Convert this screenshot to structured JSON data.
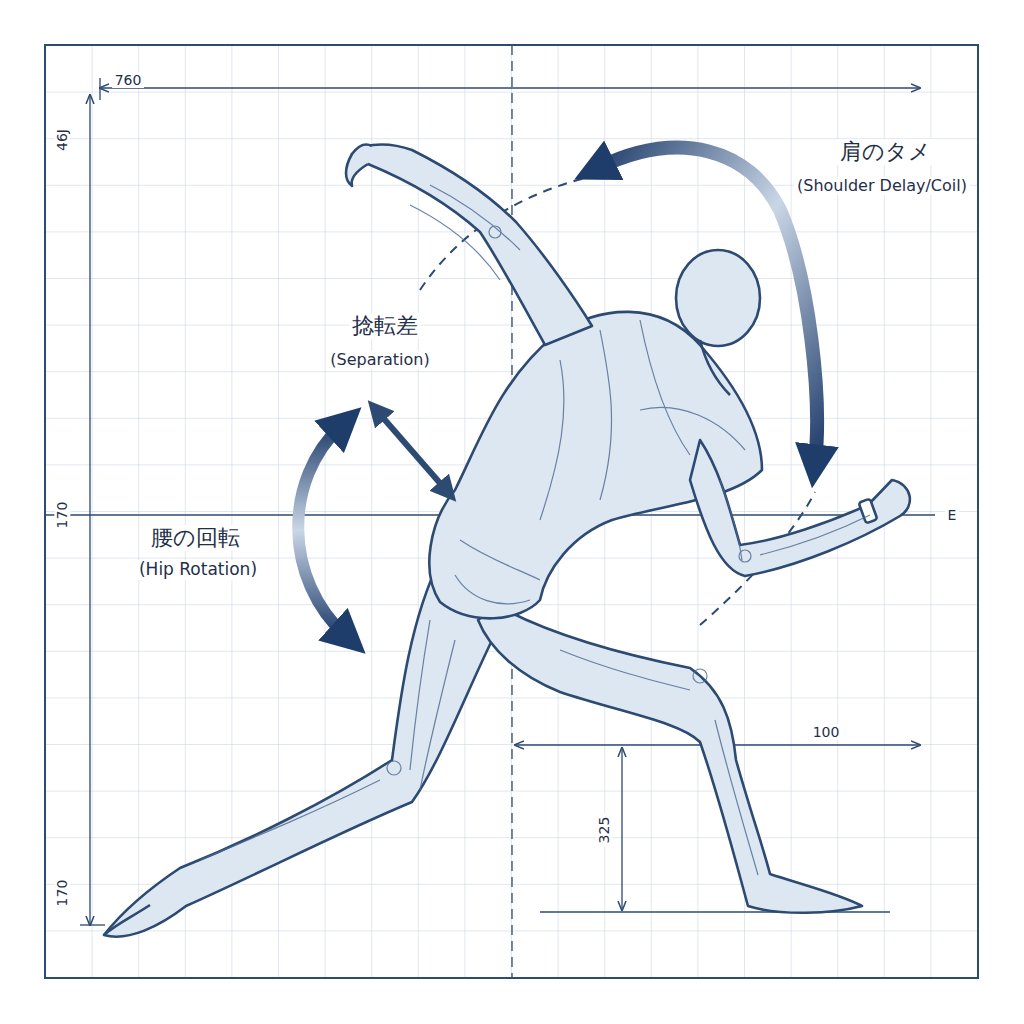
{
  "diagram": {
    "labels": [
      "760",
      "46J",
      "170",
      "170",
      "肩のタメ",
      "(Shoulder Delay/Coil)",
      "捻転差",
      "(Separation)",
      "腰の回転",
      "(Hip Rotation)",
      "E",
      "100",
      "325"
    ]
  }
}
